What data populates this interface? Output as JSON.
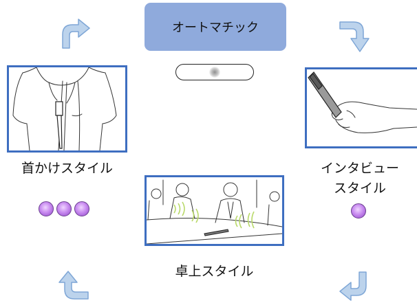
{
  "center": {
    "mode_button_label": "オートマチック"
  },
  "styles": {
    "neck": {
      "label": "首かけスタイル",
      "dots": 3
    },
    "interview": {
      "label_line1": "インタビュー",
      "label_line2": "スタイル",
      "dots": 1
    },
    "desk": {
      "label": "卓上スタイル"
    }
  },
  "colors": {
    "button": "#8faadc",
    "frame": "#3e6ec0",
    "arrow_fill": "#bcd3ec",
    "arrow_stroke": "#7ea6d6",
    "dot": "#b57ae0"
  },
  "icons": [
    "arrow-up-right-icon",
    "arrow-right-down-icon",
    "arrow-down-left-icon",
    "arrow-left-up-icon"
  ]
}
